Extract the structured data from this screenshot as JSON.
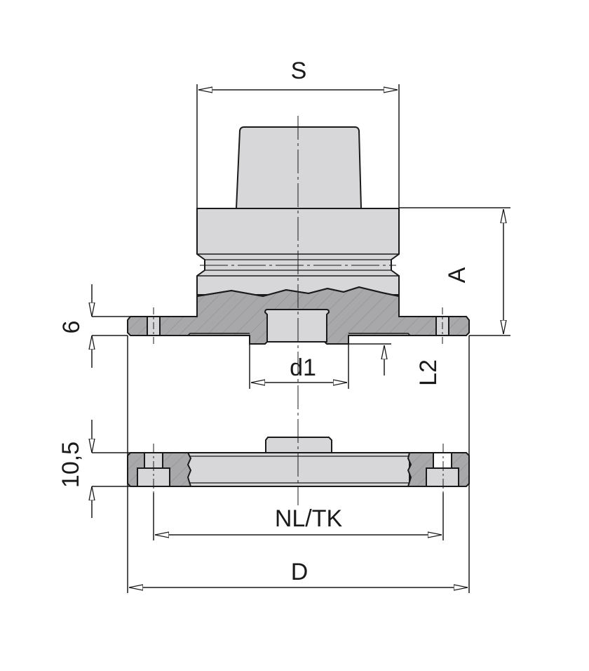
{
  "drawing": {
    "type": "technical-drawing",
    "subject": "flange adapter with tool holder (sectional view) and counter flange",
    "colors": {
      "line": "#1a1a1a",
      "part_fill": "#d7d7d9",
      "section_fill": "#a8a8aa",
      "hatch": "#8a8a8c",
      "background": "#ffffff"
    },
    "dimensions": {
      "S": "S",
      "A": "A",
      "six": "6",
      "d1": "d1",
      "L2": "L2",
      "ten_five": "10,5",
      "nl_tk": "NL/TK",
      "D": "D"
    }
  }
}
